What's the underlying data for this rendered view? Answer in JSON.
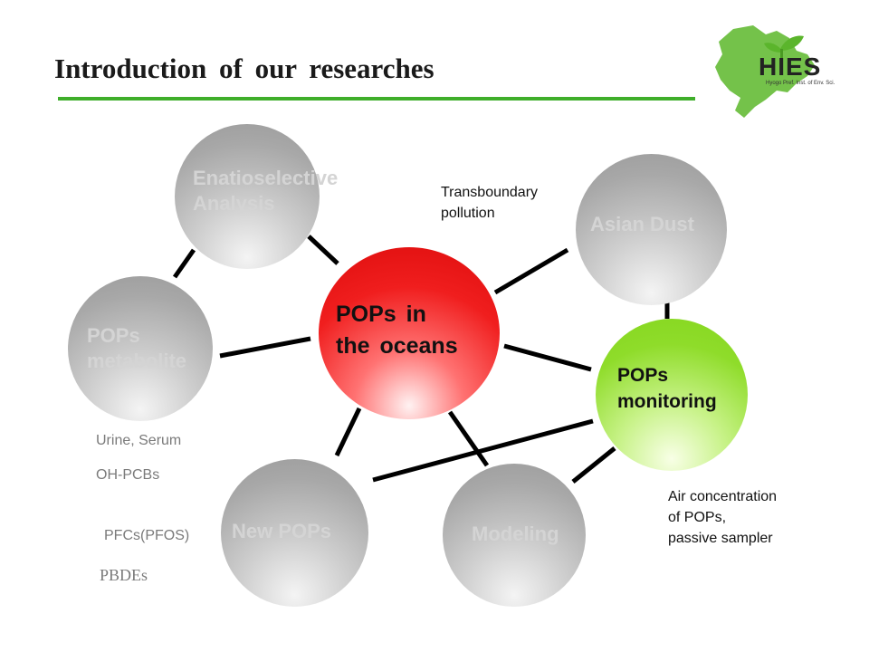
{
  "title": "Introduction of our researches",
  "logo": {
    "text": "HIES",
    "subtitle": "Hyogo Pref. Inst. of Env. Sci.",
    "colors": {
      "map": "#74c24a",
      "leaf": "#5bb52c"
    }
  },
  "nodes": {
    "center": {
      "label": "POPs in\nthe oceans",
      "color": "#e81515"
    },
    "enantio": {
      "label": "Enatioselective\nAnalysis"
    },
    "metabolite": {
      "label": "POPs\nmetabolite"
    },
    "newpops": {
      "label": "New POPs"
    },
    "modeling": {
      "label": "Modeling"
    },
    "asian_dust": {
      "label": "Asian Dust"
    },
    "monitoring": {
      "label": "POPs\nmonitoring",
      "color": "#86d620"
    }
  },
  "notes": {
    "transboundary": "Transboundary\npollution",
    "urine": "Urine, Serum",
    "ohpcb": "OH-PCBs",
    "pfcs": "PFCs(PFOS)",
    "pbde": "PBDEs",
    "air": "Air concentration\nof POPs,\npassive sampler"
  }
}
